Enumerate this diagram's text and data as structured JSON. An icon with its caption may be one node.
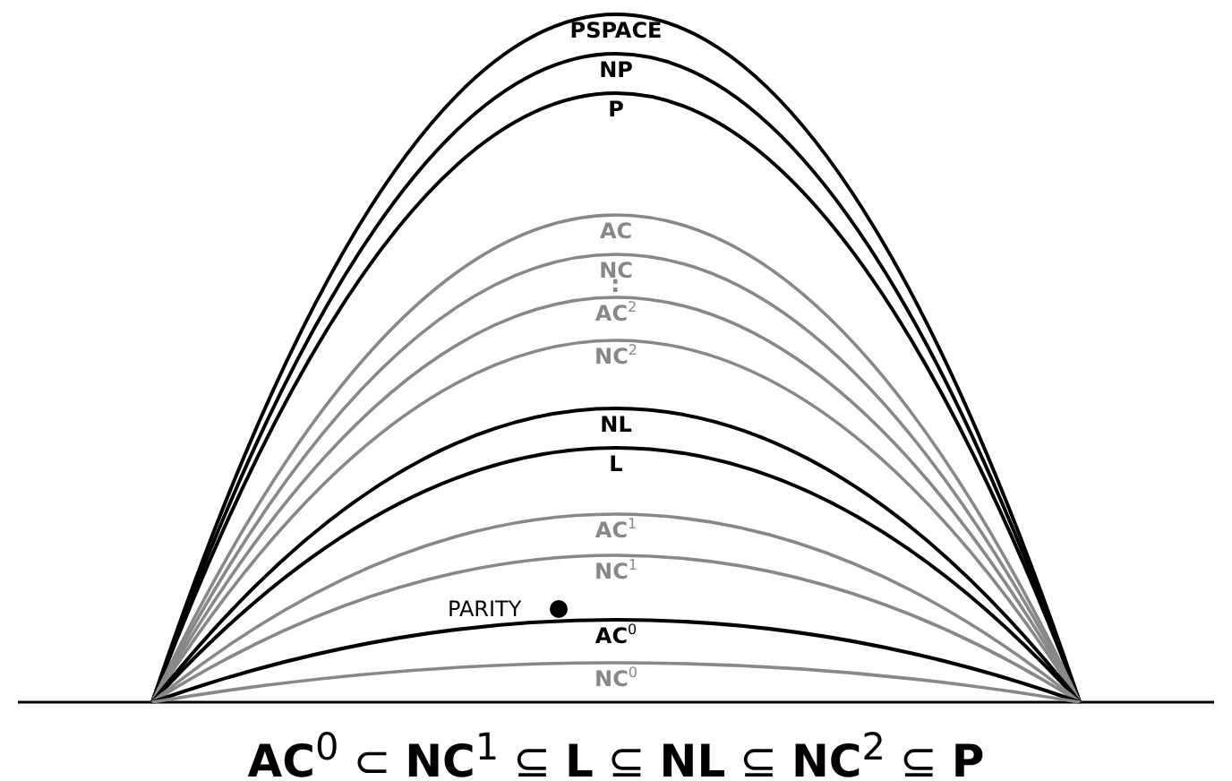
{
  "diagram": {
    "caption": "**AC**$^{0}$ ⊂ **NC**$^{1}$ ⊆ **L** ⊆ **NL** ⊆ **NC**$^{2}$ ⊆ **P**",
    "nodes": [
      {
        "text": [
          "PSPACE"
        ]
      },
      {
        "text": [
          "NP"
        ],
        "in": 0
      },
      {
        "text": [
          "P"
        ],
        "in": 1
      },
      {
        "text": [
          "AC"
        ],
        "in": 2
      },
      {
        "text": [
          "NC"
        ],
        "in": 3
      },
      {
        "text": [
          "AC$^{2}$"
        ],
        "in": 4
      },
      {
        "text": [
          "NC$^{2}$"
        ],
        "in": 5
      },
      {
        "text": [
          "NL"
        ],
        "in": 6
      },
      {
        "text": [
          "L"
        ],
        "in": 7
      },
      {
        "text": [
          "AC$^{1}$"
        ],
        "in": 8
      },
      {
        "text": [
          "NC$^{1}$"
        ],
        "in": 9
      },
      {
        "text": [
          "AC$^{0}$"
        ],
        "in": 10
      },
      {
        "text": [
          "NC$^{0}$"
        ],
        "in": 11
      }
    ],
    "labels": [
      ":",
      "PARITY"
    ]
  }
}
